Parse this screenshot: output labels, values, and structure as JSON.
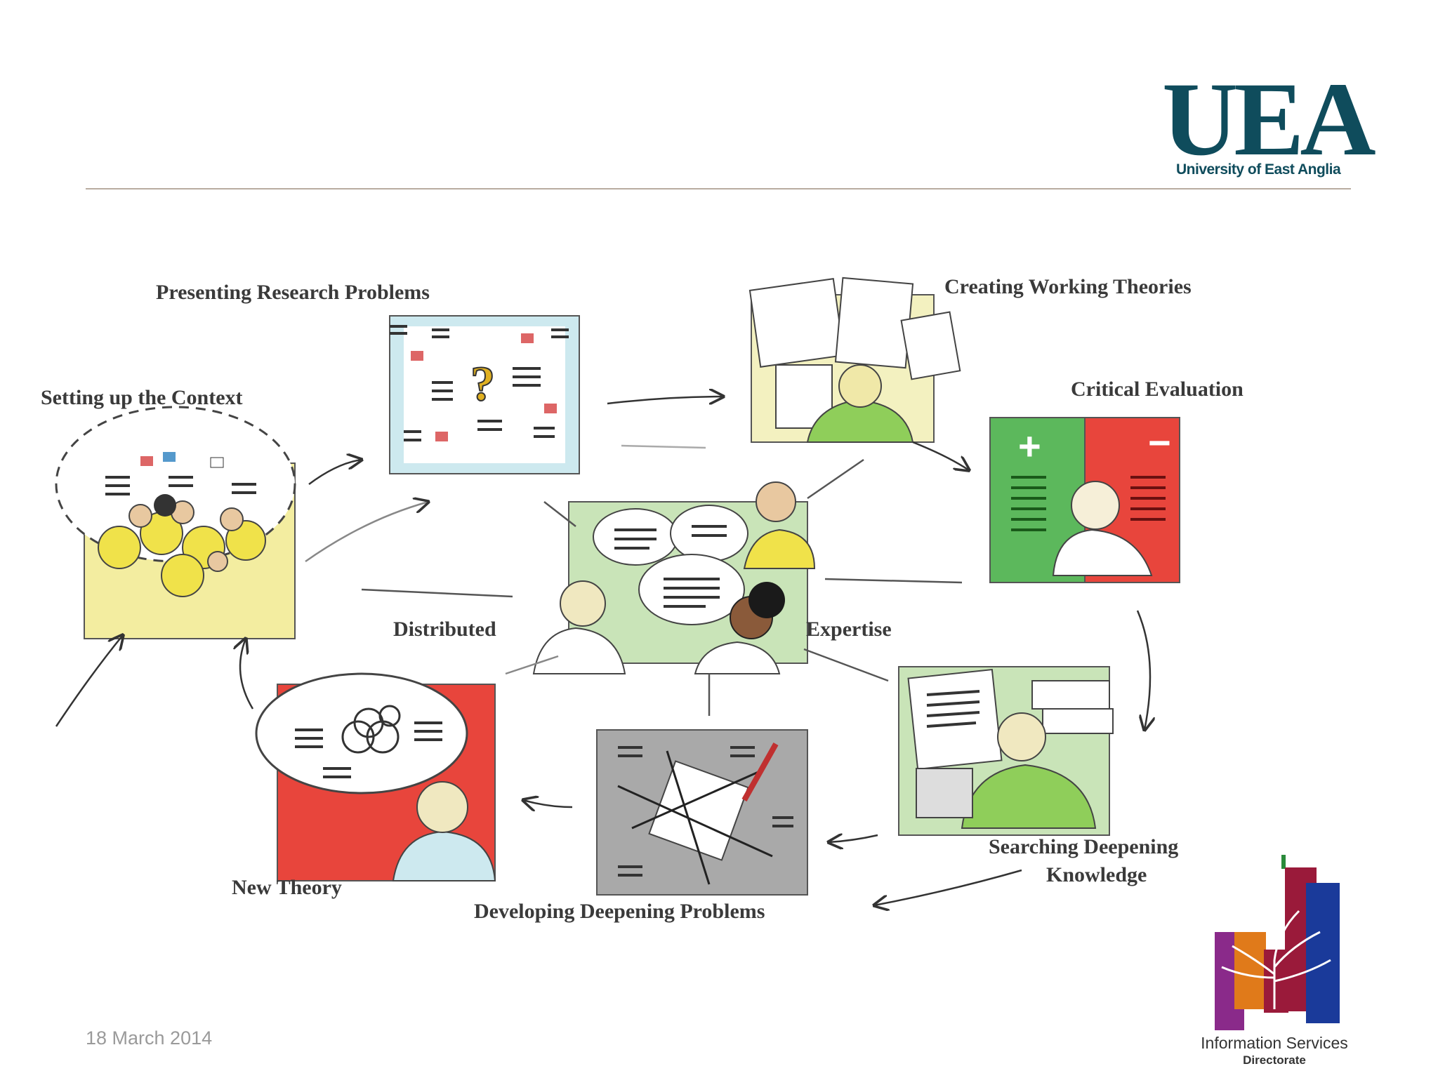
{
  "header": {
    "logo_letters": "UEA",
    "logo_name": "University of East Anglia"
  },
  "diagram": {
    "labels": {
      "setting_up_context": "Setting up the Context",
      "presenting_research_problems": "Presenting Research Problems",
      "creating_working_theories": "Creating Working Theories",
      "critical_evaluation": "Critical Evaluation",
      "distributed": "Distributed",
      "expertise": "Expertise",
      "searching_deepening": "Searching Deepening",
      "knowledge": "Knowledge",
      "developing_deepening_problems": "Developing Deepening Problems",
      "new_theory": "New Theory"
    },
    "colors": {
      "yellow_panel": "#f3eda0",
      "blue_panel": "#cde9ef",
      "green_panel": "#c9e4b8",
      "red_panel": "#e8453c",
      "grey_panel": "#a9a9a9",
      "figure_yellow": "#f0e24a",
      "figure_green": "#8fce5a"
    }
  },
  "footer": {
    "date": "18 March 2014",
    "isd_name": "Information Services",
    "isd_sub": "Directorate"
  }
}
